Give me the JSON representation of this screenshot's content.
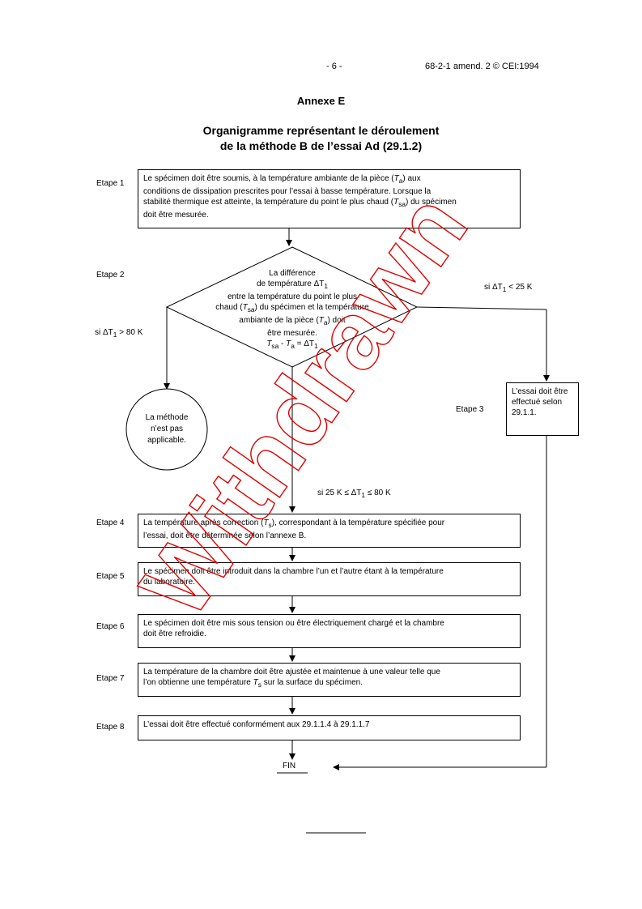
{
  "header": {
    "page": "- 6 -",
    "ref": "68-2-1 amend. 2 © CEI:1994"
  },
  "annex_title": "Annexe E",
  "title_line1": "Organigramme représentant le déroulement",
  "title_line2": "de la méthode B de l’essai Ad (29.1.2)",
  "steps": {
    "s1": "Etape 1",
    "s2": "Etape 2",
    "s3": "Etape 3",
    "s4": "Etape 4",
    "s5": "Etape 5",
    "s6": "Etape 6",
    "s7": "Etape 7",
    "s8": "Etape 8"
  },
  "box1": {
    "l1a": "Le spécimen doit être soumis, à la température ambiante de la pièce (",
    "l1b": ") aux",
    "l2": "conditions de dissipation prescrites pour l’essai à basse température. Lorsque la",
    "l3a": "stabilité thermique est atteinte, la température du point le plus chaud (",
    "l3b": ") du spécimen",
    "l4": "doit être mesurée."
  },
  "diamond": {
    "l1": "La différence",
    "l2": "de température ΔT",
    "l3": "entre la température du point le plus",
    "l4a": "chaud (",
    "l4b": ") du spécimen et la température",
    "l5a": "ambiante de la pièce (",
    "l5b": ") doit",
    "l6": "être mesurée.",
    "eq_minus": " - ",
    "eq_equals": " = ΔT"
  },
  "sym": {
    "T": "T",
    "sub_a": "a",
    "sub_sa": "sa",
    "sub_s": "s",
    "sub_1": "1"
  },
  "conditions": {
    "left_a": "si ΔT",
    "left_b": " > 80 K",
    "right_a": "si ΔT",
    "right_b": " < 25 K",
    "middle_a": "si 25 K ≤ ΔT",
    "middle_b": " ≤ 80 K"
  },
  "circle_text": {
    "l1": "La méthode",
    "l2": "n’est pas",
    "l3": "applicable."
  },
  "box3": {
    "l1": "L’essai doit être",
    "l2": "effectué selon",
    "l3": "29.1.1."
  },
  "box4": {
    "l1a": "La température après correction (",
    "l1b": "), correspondant à la température spécifiée pour",
    "l2": "l’essai, doit être déterminée selon l’annexe B."
  },
  "box5": {
    "l1": "Le spécimen doit être introduit dans la chambre l’un et l’autre étant à la température",
    "l2": "du laboratoire."
  },
  "box6": {
    "l1": "Le spécimen doit être mis sous tension ou être électriquement chargé et la chambre",
    "l2": "doit être refroidie."
  },
  "box7": {
    "l1": "La température de la chambre doit être ajustée et maintenue à une valeur telle que",
    "l2a": "l’on obtienne une température ",
    "l2b": " sur la surface du spécimen."
  },
  "box8": {
    "l1": "L’essai doit être effectué conformément aux 29.1.1.4 à 29.1.1.7"
  },
  "fin": "FIN",
  "watermark": "Withdrawn"
}
